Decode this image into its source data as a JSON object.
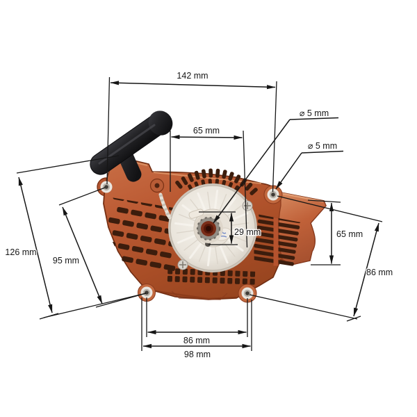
{
  "figure": {
    "description": "Dimensioned photo of a recoil pull-starter assembly (orange housing, black pull handle, white rope pulley)"
  },
  "dimensions": {
    "top_width": "142 mm",
    "rope_offset": "65 mm",
    "center_hole_dia": "⌀ 5 mm",
    "mount_hole_dia": "⌀ 5 mm",
    "left_height": "126 mm",
    "left_bolt_span": "95 mm",
    "hub_drop": "29 mm",
    "right_height": "65 mm",
    "right_bolt_span": "86 mm",
    "bottom_bolt_span": "86 mm",
    "bottom_width": "98 mm"
  },
  "colors": {
    "background": "#ffffff",
    "annotation": "#161616",
    "housing": "#b85733",
    "housing_light": "#cd7850",
    "housing_dark": "#8f3d1c",
    "housing_edge": "#6f2d13",
    "vent": "#3c1d0d",
    "wing": "#c97a57",
    "pulley": "#efebe4",
    "pulley_shade": "#cdc5ba",
    "hub_metal": "#928d85",
    "hub_maroon": "#7a2d18",
    "hub_hole": "#2e0b03",
    "handle": "#232326",
    "handle_highlight": "#45454a",
    "rope": "#e6e1d7",
    "screw": "#d8d4cd",
    "scribble": "#5f7ac2"
  }
}
